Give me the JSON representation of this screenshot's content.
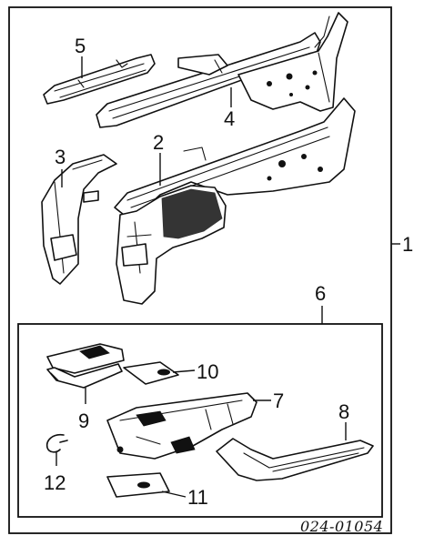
{
  "callouts": {
    "c1": "1",
    "c2": "2",
    "c3": "3",
    "c4": "4",
    "c5": "5",
    "c6": "6",
    "c7": "7",
    "c8": "8",
    "c9": "9",
    "c10": "10",
    "c11": "11",
    "c12": "12"
  },
  "diagram_code": "024-01054"
}
